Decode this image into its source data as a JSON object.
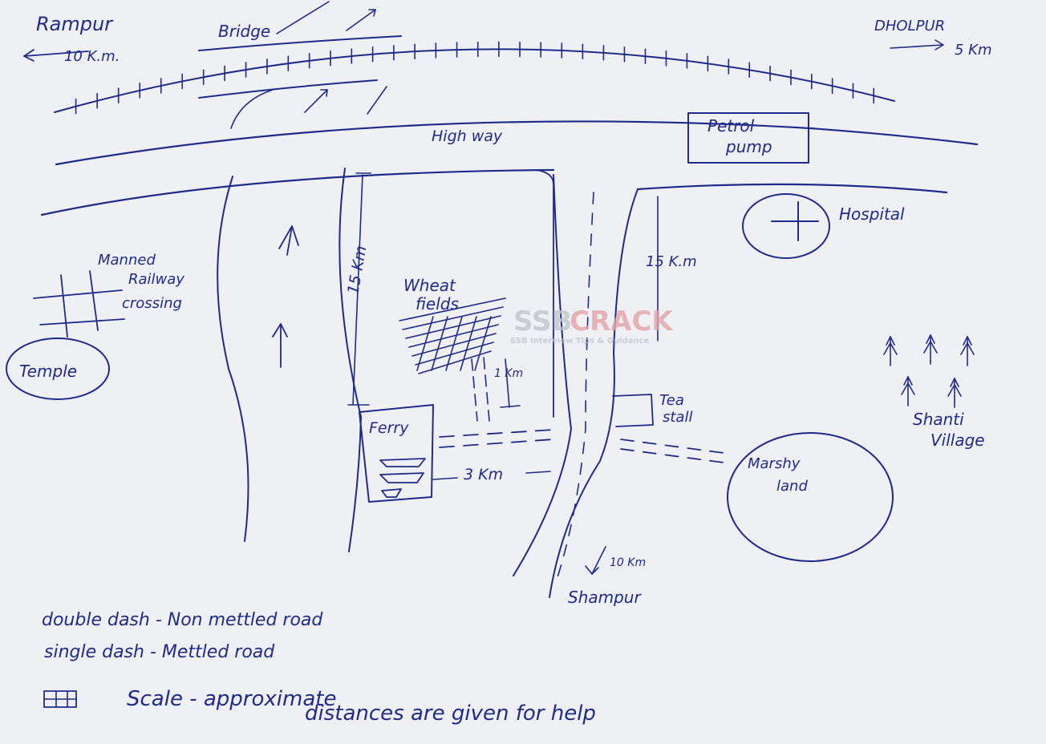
{
  "directions": {
    "rampur": "Rampur",
    "rampur_dist": "10 K.m.",
    "dholpur": "DHOLPUR",
    "dholpur_dist": "5 Km"
  },
  "labels": {
    "bridge": "Bridge",
    "highway": "High way",
    "petrol_1": "Petrol",
    "petrol_2": "pump",
    "hospital": "Hospital",
    "crossing_1": "Manned",
    "crossing_2": "Railway",
    "crossing_3": "crossing",
    "temple": "Temple",
    "wheat_1": "Wheat",
    "wheat_2": "fields",
    "ferry": "Ferry",
    "tea_1": "Tea",
    "tea_2": "stall",
    "village_1": "Shanti",
    "village_2": "Village",
    "marshy_1": "Marshy",
    "marshy_2": "land",
    "shampur": "Shampur"
  },
  "distances": {
    "left_road": "15 Km",
    "right_road": "15 K.m",
    "wheat_track": "1 Km",
    "ferry_road": "3 Km",
    "shampur": "10 Km"
  },
  "legend": {
    "double_dash": "double dash - Non mettled road",
    "single_dash": "single dash - Mettled road",
    "scale_1": "Scale - approximate",
    "scale_2": "distances are given for help"
  },
  "watermark": {
    "brand_a": "SSB",
    "brand_b": "CRACK",
    "tagline": "SSB Interview Tips & Guidance"
  },
  "colors": {
    "ink": "#1f2a8a",
    "paper": "#eef0f3"
  }
}
